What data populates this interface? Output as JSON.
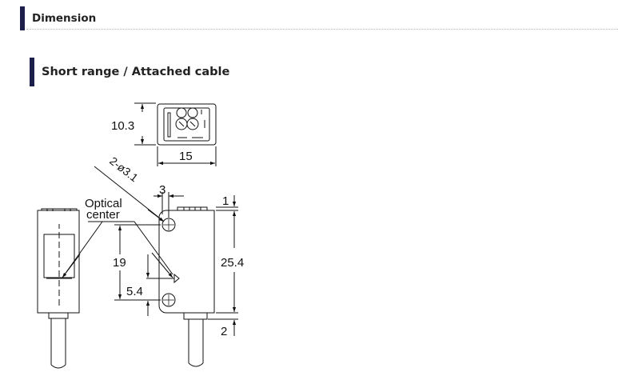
{
  "section": {
    "title": "Dimension"
  },
  "subsection": {
    "title": "Short range / Attached cable"
  },
  "drawing": {
    "dims": {
      "height_top": "10.3",
      "width_top": "15",
      "holes": "2-ø3.1",
      "offset": "3",
      "top_margin": "1",
      "body_height": "25.4",
      "hole_spacing": "19",
      "optical_offset": "5.4",
      "bottom_margin": "2"
    },
    "labels": {
      "optical_line1": "Optical",
      "optical_line2": "center"
    }
  }
}
